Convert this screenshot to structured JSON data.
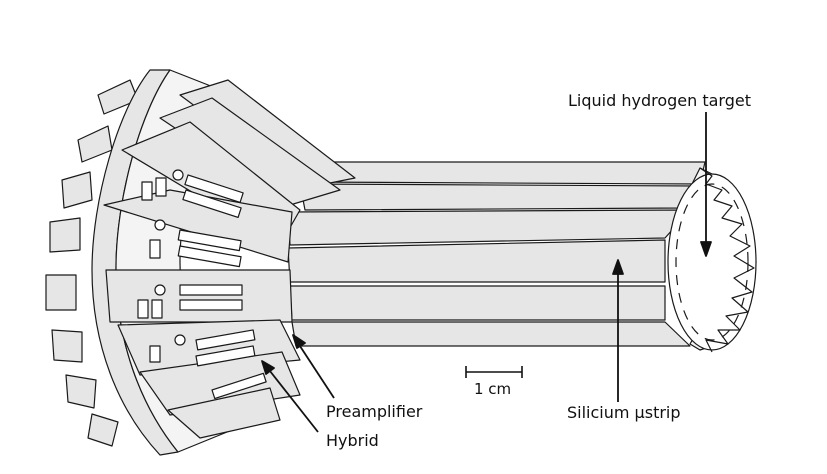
{
  "labels": {
    "target": "Liquid hydrogen target",
    "strip": "Silicium µstrip",
    "preamplifier": "Preamplifier",
    "hybrid": "Hybrid",
    "scale": "1 cm"
  },
  "colors": {
    "line": "#1a1a1a",
    "fill": "#e6e6e6",
    "paper": "#ffffff"
  }
}
